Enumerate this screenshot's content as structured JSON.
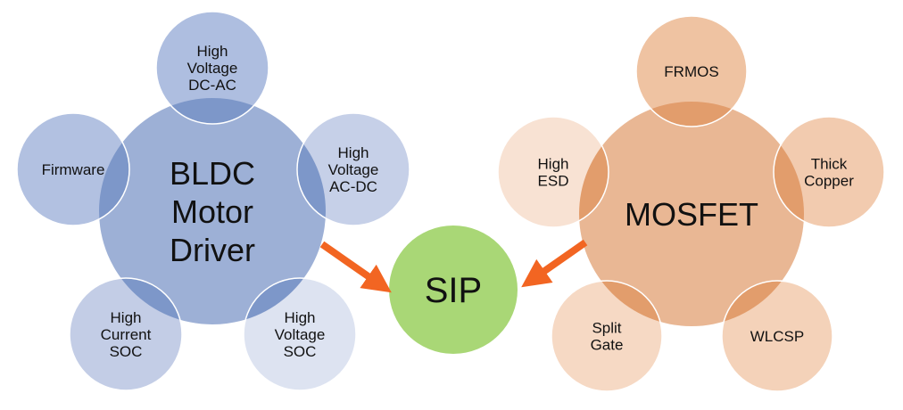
{
  "diagram": {
    "left_group": {
      "hub": {
        "label_lines": [
          "BLDC",
          "Motor",
          "Driver"
        ]
      },
      "satellites": [
        {
          "id": "hv-dcac",
          "label_lines": [
            "High",
            "Voltage",
            "DC-AC"
          ]
        },
        {
          "id": "hv-acdc",
          "label_lines": [
            "High",
            "Voltage",
            "AC-DC"
          ]
        },
        {
          "id": "hv-soc",
          "label_lines": [
            "High",
            "Voltage",
            "SOC"
          ]
        },
        {
          "id": "hc-soc",
          "label_lines": [
            "High",
            "Current",
            "SOC"
          ]
        },
        {
          "id": "firmware",
          "label_lines": [
            "Firmware"
          ]
        }
      ]
    },
    "right_group": {
      "hub": {
        "label_lines": [
          "MOSFET"
        ]
      },
      "satellites": [
        {
          "id": "frmos",
          "label_lines": [
            "FRMOS"
          ]
        },
        {
          "id": "thick-copper",
          "label_lines": [
            "Thick",
            "Copper"
          ]
        },
        {
          "id": "wlcsp",
          "label_lines": [
            "WLCSP"
          ]
        },
        {
          "id": "split-gate",
          "label_lines": [
            "Split",
            "Gate"
          ]
        },
        {
          "id": "high-esd",
          "label_lines": [
            "High",
            "ESD"
          ]
        }
      ]
    },
    "target": {
      "label": "SIP"
    },
    "arrows": [
      {
        "from": "BLDC Motor Driver",
        "to": "SIP"
      },
      {
        "from": "MOSFET",
        "to": "SIP"
      }
    ],
    "colors": {
      "blue_hub": "#9db0d6",
      "blue_sat": [
        "#aebee0",
        "#c6d0e8",
        "#dde3f1",
        "#c3cde6",
        "#b2c1e1"
      ],
      "blue_overlap": "#7d97c9",
      "orange_hub": "#e9b794",
      "orange_sat": [
        "#efc3a2",
        "#f2cbaf",
        "#f4d2b9",
        "#f6d9c4",
        "#f8e2d3"
      ],
      "orange_overlap": "#e29d6c",
      "sip_fill": "#a9d776",
      "arrow": "#f26522",
      "text": "#111111"
    }
  }
}
